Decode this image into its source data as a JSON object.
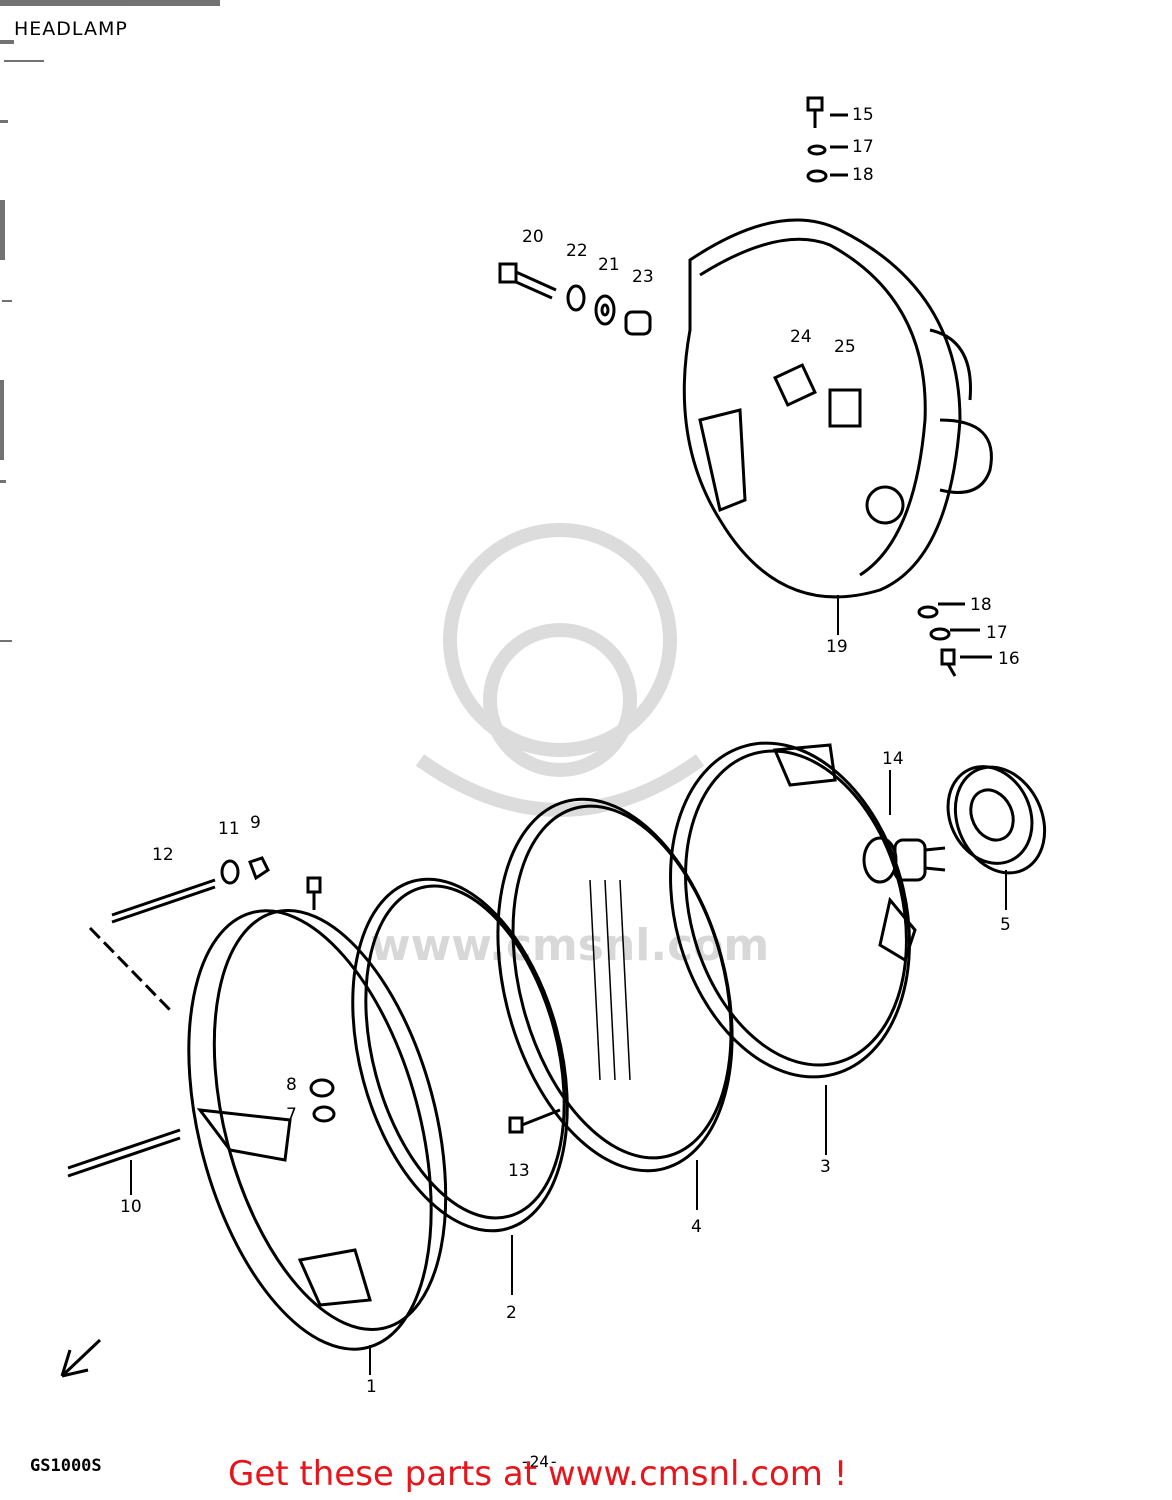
{
  "diagram": {
    "title": "HEADLAMP",
    "model": "GS1000S",
    "page_number": "-24-",
    "watermark": "www.cmsnl.com",
    "cta": "Get these parts at www.cmsnl.com !",
    "cta_color": "#e8141b",
    "parts": [
      {
        "id": "p1",
        "label": "1"
      },
      {
        "id": "p2",
        "label": "2"
      },
      {
        "id": "p3",
        "label": "3"
      },
      {
        "id": "p4",
        "label": "4"
      },
      {
        "id": "p5",
        "label": "5"
      },
      {
        "id": "p7",
        "label": "7"
      },
      {
        "id": "p8",
        "label": "8"
      },
      {
        "id": "p9",
        "label": "9"
      },
      {
        "id": "p10",
        "label": "10"
      },
      {
        "id": "p11",
        "label": "11"
      },
      {
        "id": "p12",
        "label": "12"
      },
      {
        "id": "p13",
        "label": "13"
      },
      {
        "id": "p14",
        "label": "14"
      },
      {
        "id": "p15",
        "label": "15"
      },
      {
        "id": "p16",
        "label": "16"
      },
      {
        "id": "p17a",
        "label": "17"
      },
      {
        "id": "p17b",
        "label": "17"
      },
      {
        "id": "p18a",
        "label": "18"
      },
      {
        "id": "p18b",
        "label": "18"
      },
      {
        "id": "p19",
        "label": "19"
      },
      {
        "id": "p20",
        "label": "20"
      },
      {
        "id": "p21",
        "label": "21"
      },
      {
        "id": "p22",
        "label": "22"
      },
      {
        "id": "p23",
        "label": "23"
      },
      {
        "id": "p24",
        "label": "24"
      },
      {
        "id": "p25",
        "label": "25"
      }
    ]
  }
}
